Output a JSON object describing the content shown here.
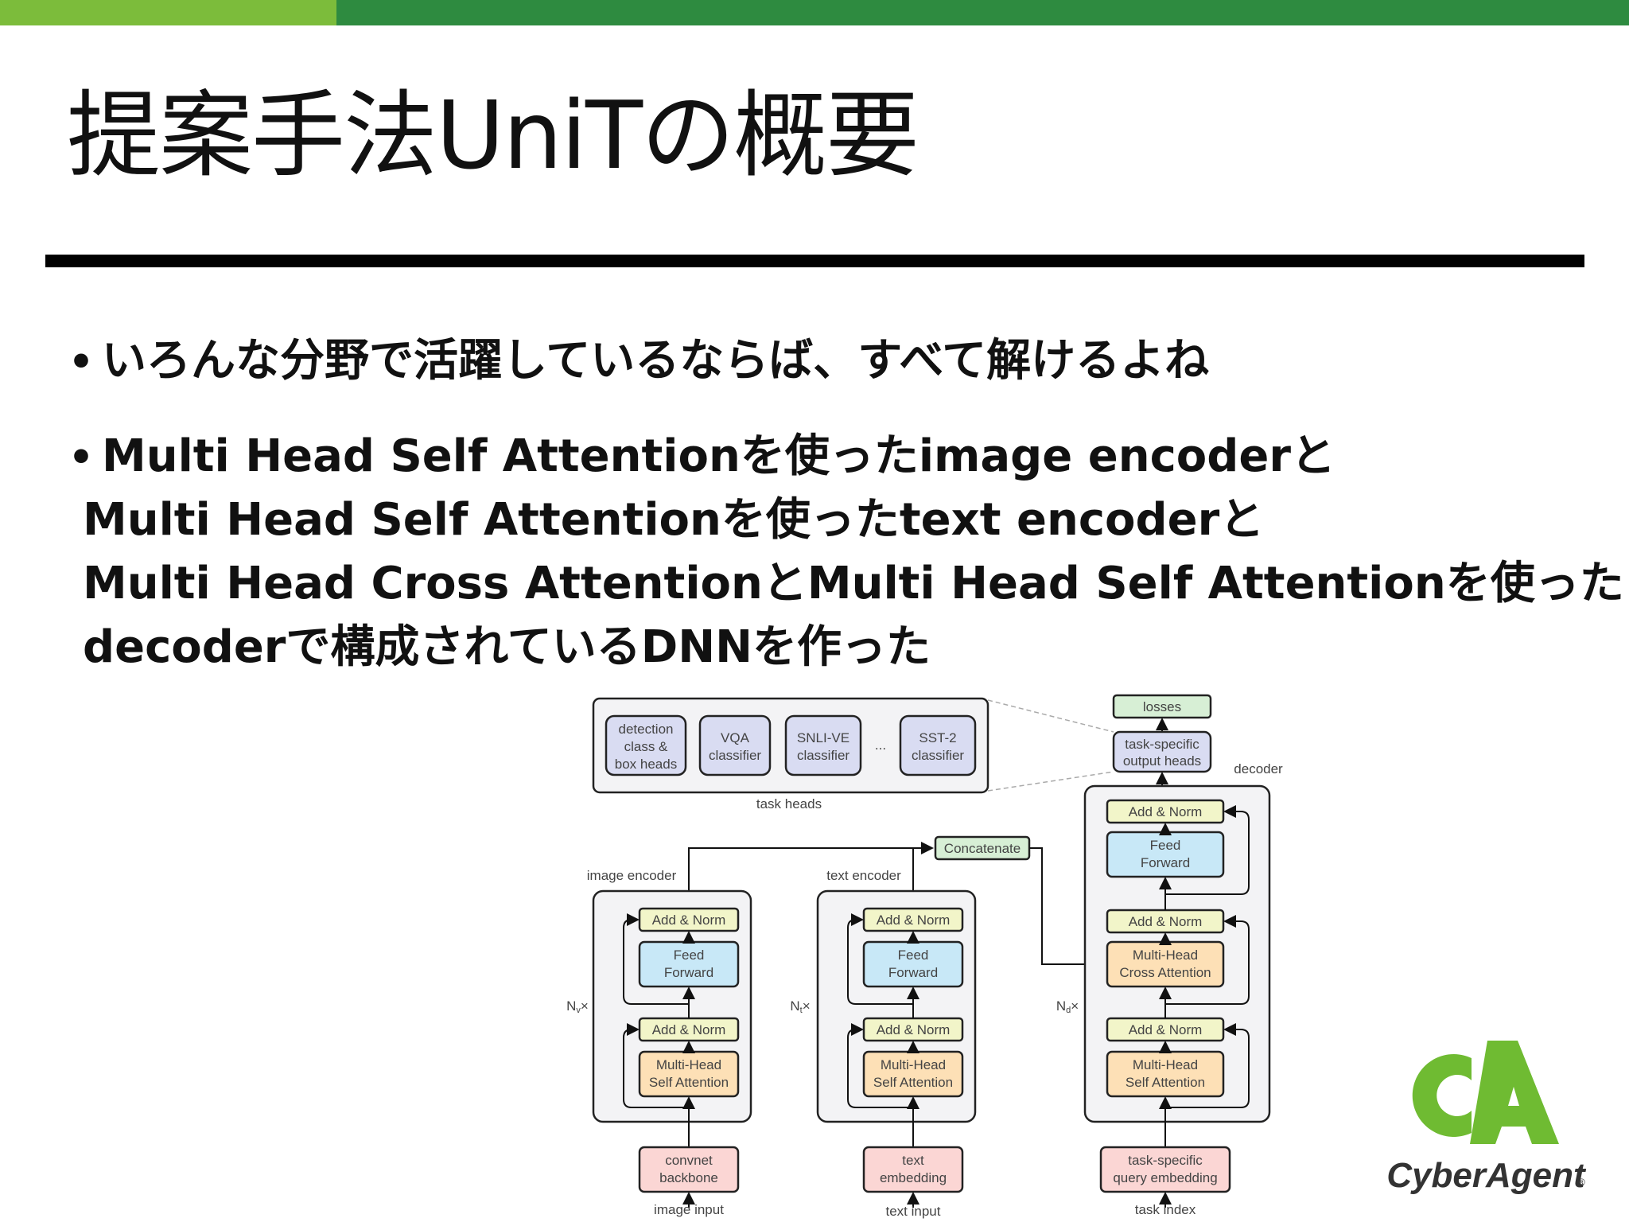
{
  "slide": {
    "title": "提案手法UniTの概要",
    "bullets": [
      "いろんな分野で活躍しているならば、すべて解けるよね",
      "Multi Head Self Attentionを使ったimage encoderと"
    ],
    "continuation_lines": [
      "Multi Head Self Attentionを使ったtext encoderと",
      "Multi Head Cross AttentionとMulti Head Self Attentionを使った",
      "decoderで構成されているDNNを作った"
    ]
  },
  "diagram": {
    "task_heads": {
      "caption": "task heads",
      "boxes": [
        [
          "detection",
          "class &",
          "box heads"
        ],
        [
          "VQA",
          "classifier"
        ],
        [
          "SNLI-VE",
          "classifier"
        ],
        [
          "SST-2",
          "classifier"
        ]
      ],
      "ellipsis": "..."
    },
    "losses": "losses",
    "output_heads": [
      "task-specific",
      "output heads"
    ],
    "decoder_label": "decoder",
    "concatenate": "Concatenate",
    "image_encoder": {
      "label": "image encoder",
      "repeat_base": "N",
      "repeat_sub": "v",
      "repeat_suffix": "×",
      "input_box": [
        "convnet",
        "backbone"
      ],
      "input_label": "image input"
    },
    "text_encoder": {
      "label": "text encoder",
      "repeat_base": "N",
      "repeat_sub": "t",
      "repeat_suffix": "×",
      "input_box": [
        "text",
        "embedding"
      ],
      "input_label": "text input"
    },
    "decoder": {
      "repeat_base": "N",
      "repeat_sub": "d",
      "repeat_suffix": "×",
      "input_box": [
        "task-specific",
        "query embedding"
      ],
      "input_label": "task index"
    },
    "add_norm": "Add & Norm",
    "feed_forward": [
      "Feed",
      "Forward"
    ],
    "self_attention": [
      "Multi-Head",
      "Self Attention"
    ],
    "cross_attention": [
      "Multi-Head",
      "Cross Attention"
    ],
    "colors": {
      "add_norm": "#f2f5c9",
      "feed_forward": "#c8e8f7",
      "attention": "#fde0b6",
      "input": "#fbd6d4",
      "task_head": "#d9dcf2",
      "losses": "#d7efd5",
      "block_bg": "#f3f3f5"
    }
  },
  "logo": {
    "wordmark": "CyberAgent",
    "registered": "®",
    "colors": {
      "green": "#6fbb32",
      "dark": "#333333"
    }
  }
}
